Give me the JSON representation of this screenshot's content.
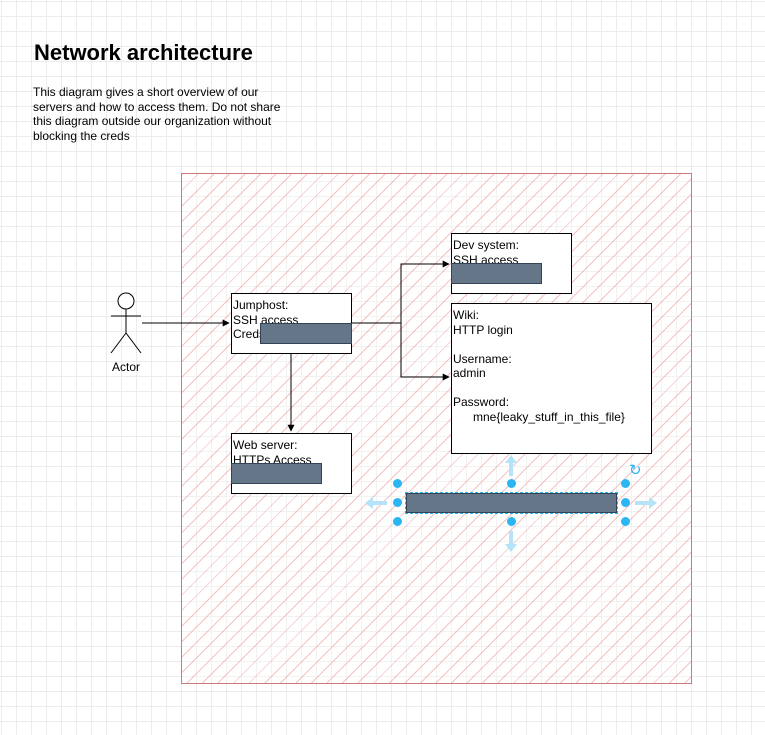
{
  "header": {
    "title": "Network architecture",
    "description": "This diagram gives a short overview of our servers and how to access them. Do not share this diagram outside our organization without blocking the creds"
  },
  "actor": {
    "label": "Actor"
  },
  "nodes": {
    "jumphost": {
      "line1": "Jumphost:",
      "line2": "SSH access",
      "line3": "Creds"
    },
    "dev": {
      "line1": "Dev system:",
      "line2": "SSH access"
    },
    "web": {
      "line1": "Web server:",
      "line2": "HTTPs Access"
    },
    "wiki": {
      "line1": "Wiki:",
      "line2": "HTTP login",
      "username_label": "Username:",
      "username_value": "admin",
      "password_label": "Password:",
      "password_value": "mne{leaky_stuff_in_this_file}"
    }
  },
  "colors": {
    "redaction_fill": "#647687",
    "selection_handle": "#29b6f2",
    "zone_border": "#cc7a7a"
  }
}
